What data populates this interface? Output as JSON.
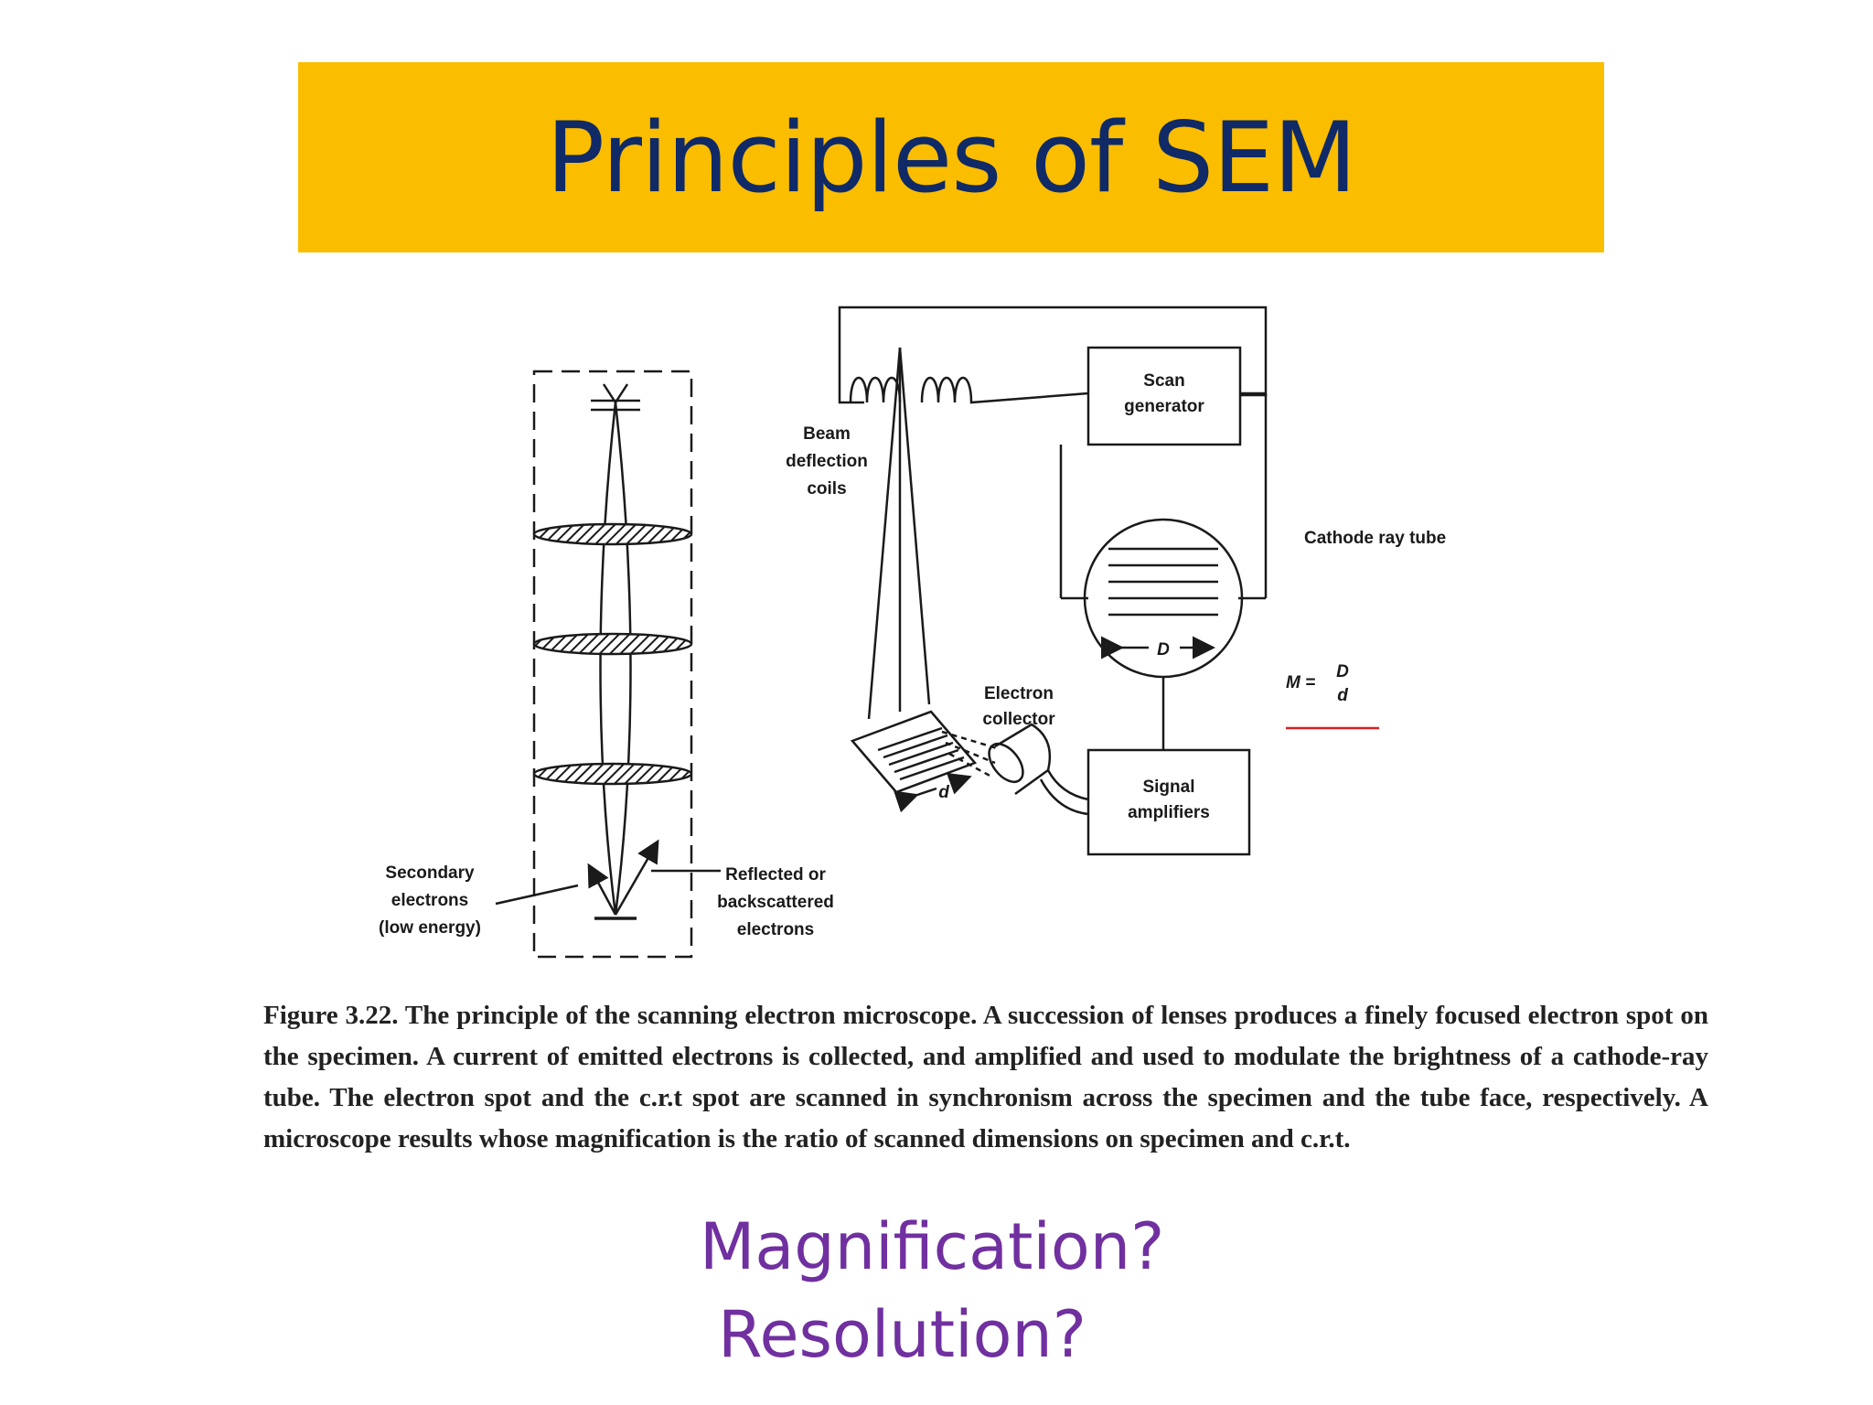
{
  "slide": {
    "title": "Principles of SEM"
  },
  "diagram": {
    "labels": {
      "beam_deflection_coils": [
        "Beam",
        "deflection",
        "coils"
      ],
      "scan_generator": [
        "Scan",
        "generator"
      ],
      "cathode_ray_tube": "Cathode ray tube",
      "crt_dimension": "D",
      "formula_m": "M =",
      "formula_num": "D",
      "formula_den": "d",
      "electron_collector": [
        "Electron",
        "collector"
      ],
      "specimen_dimension": "d",
      "signal_amplifiers": [
        "Signal",
        "amplifiers"
      ],
      "secondary_electrons": [
        "Secondary",
        "electrons",
        "(low energy)"
      ],
      "backscattered_electrons": [
        "Reflected or",
        "backscattered",
        "electrons"
      ]
    },
    "colors": {
      "line": "#1a1a1a",
      "annotation_underline": "#d92020"
    }
  },
  "caption": {
    "text": "Figure 3.22. The principle of the scanning electron microscope. A succession of lenses produces a finely focused electron spot on the specimen. A current of emitted electrons is collected, and amplified and used to modulate the brightness of a cathode-ray tube. The electron spot and the c.r.t spot are scanned in synchronism across the specimen and the tube face, respectively. A microscope results whose magnification is the ratio of scanned dimensions on specimen and c.r.t."
  },
  "questions": {
    "magnification": "Magnification?",
    "resolution": "Resolution?"
  },
  "colors": {
    "title_bar": "#fbbd00",
    "title_text": "#0f2a66",
    "question_text": "#7030a0"
  }
}
